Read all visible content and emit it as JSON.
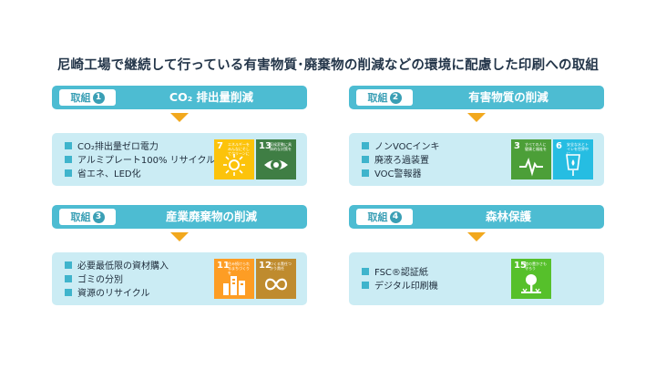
{
  "page": {
    "title": "尼崎工場で継続して行っている有害物質･廃棄物の削減などの環境に配慮した印刷への取組"
  },
  "blocks": [
    {
      "tag": "取組",
      "num": "1",
      "title": "CO₂ 排出量削減",
      "items": [
        "CO₂排出量ゼロ電力",
        "アルミプレート100% リサイクル",
        "省エネ、LED化"
      ],
      "sdgs": [
        {
          "num": "7",
          "label": "エネルギーをみんなにそしてクリーンに",
          "icon": "sun-icon",
          "color": "#fcc30b"
        },
        {
          "num": "13",
          "label": "気候変動に具体的な対策を",
          "icon": "eye-icon",
          "color": "#3f7e44"
        }
      ]
    },
    {
      "tag": "取組",
      "num": "2",
      "title": "有害物質の削減",
      "items": [
        "ノンVOCインキ",
        "廃液ろ過装置",
        "VOC警報器"
      ],
      "sdgs": [
        {
          "num": "3",
          "label": "すべての人に健康と福祉を",
          "icon": "heartbeat-icon",
          "color": "#4c9f38"
        },
        {
          "num": "6",
          "label": "安全な水とトイレを世界中に",
          "icon": "water-icon",
          "color": "#26bde2"
        }
      ]
    },
    {
      "tag": "取組",
      "num": "3",
      "title": "産業廃棄物の削減",
      "items": [
        "必要最低限の資材購入",
        "ゴミの分別",
        "資源のリサイクル"
      ],
      "sdgs": [
        {
          "num": "11",
          "label": "住み続けられるまちづくりを",
          "icon": "city-icon",
          "color": "#fd9d24"
        },
        {
          "num": "12",
          "label": "つくる責任つかう責任",
          "icon": "infinity-icon",
          "color": "#bf8b2e"
        }
      ]
    },
    {
      "tag": "取組",
      "num": "4",
      "title": "森林保護",
      "items": [
        "FSC®認証紙",
        "デジタル印刷機"
      ],
      "sdgs": [
        {
          "num": "15",
          "label": "陸の豊かさも守ろう",
          "icon": "tree-icon",
          "color": "#56c02b"
        }
      ]
    }
  ]
}
